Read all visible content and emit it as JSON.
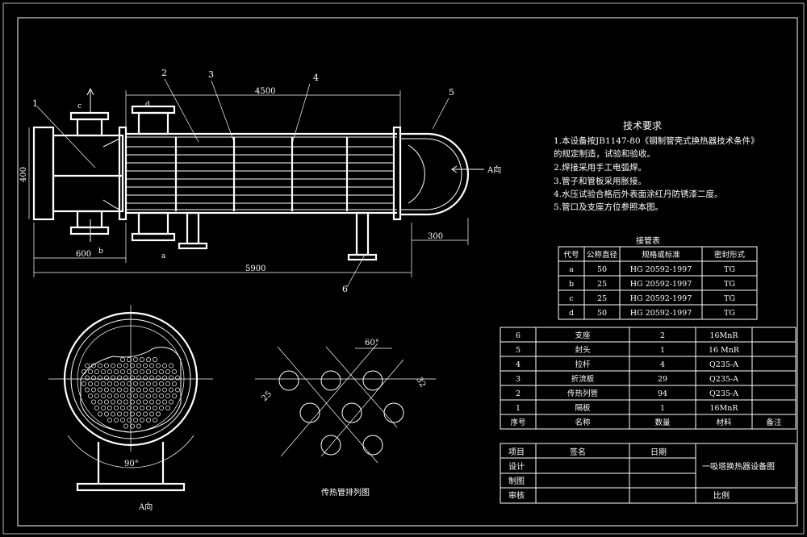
{
  "part_labels": [
    "1",
    "2",
    "3",
    "4",
    "5",
    "6"
  ],
  "nozzle_letters": {
    "a": "a",
    "b": "b",
    "c": "c",
    "d": "d"
  },
  "dimensions": {
    "length_top": "4500",
    "overall": "5900",
    "head": "600",
    "right": "300",
    "height": "400"
  },
  "view_arrow_label": "A向",
  "section_view": {
    "title": "A向",
    "angle": "90°"
  },
  "tube_layout": {
    "title": "传热管排列图",
    "angle": "60°",
    "pitch": "32",
    "diameter": "25"
  },
  "requirements": {
    "title": "技术要求",
    "lines": [
      "1.本设备按JB1147-80《钢制管壳式换热器技术条件》",
      "的规定制造，试验和验收。",
      "2.焊接采用手工电弧焊。",
      "3.管子和管板采用胀接。",
      "4.水压试验合格后外表面涂红丹防锈漆二度。",
      "5.管口及支座方位参照本图。"
    ]
  },
  "nozzle_table": {
    "title": "接管表",
    "headers": [
      "代号",
      "公称直径",
      "规格或标准",
      "密封形式"
    ],
    "rows": [
      [
        "a",
        "50",
        "HG 20592-1997",
        "TG"
      ],
      [
        "b",
        "25",
        "HG 20592-1997",
        "TG"
      ],
      [
        "c",
        "25",
        "HG 20592-1997",
        "TG"
      ],
      [
        "d",
        "50",
        "HG 20592-1997",
        "TG"
      ]
    ]
  },
  "parts_list": {
    "rows": [
      [
        "6",
        "支座",
        "2",
        "16MnR",
        ""
      ],
      [
        "5",
        "封头",
        "1",
        "16 MnR",
        ""
      ],
      [
        "4",
        "拉杆",
        "4",
        "Q235-A",
        ""
      ],
      [
        "3",
        "折流板",
        "29",
        "Q235-A",
        ""
      ],
      [
        "2",
        "传热列管",
        "94",
        "Q235-A",
        ""
      ],
      [
        "1",
        "隔板",
        "1",
        "16MnR",
        ""
      ]
    ],
    "headers": [
      "序号",
      "名称",
      "数量",
      "材料",
      "备注"
    ]
  },
  "title_block": {
    "col_headers": [
      "项目",
      "签名",
      "日期"
    ],
    "row_labels": [
      "设计",
      "制图",
      "审核"
    ],
    "drawing_title": "一吸塔换热器设备图",
    "scale_label": "比例"
  }
}
